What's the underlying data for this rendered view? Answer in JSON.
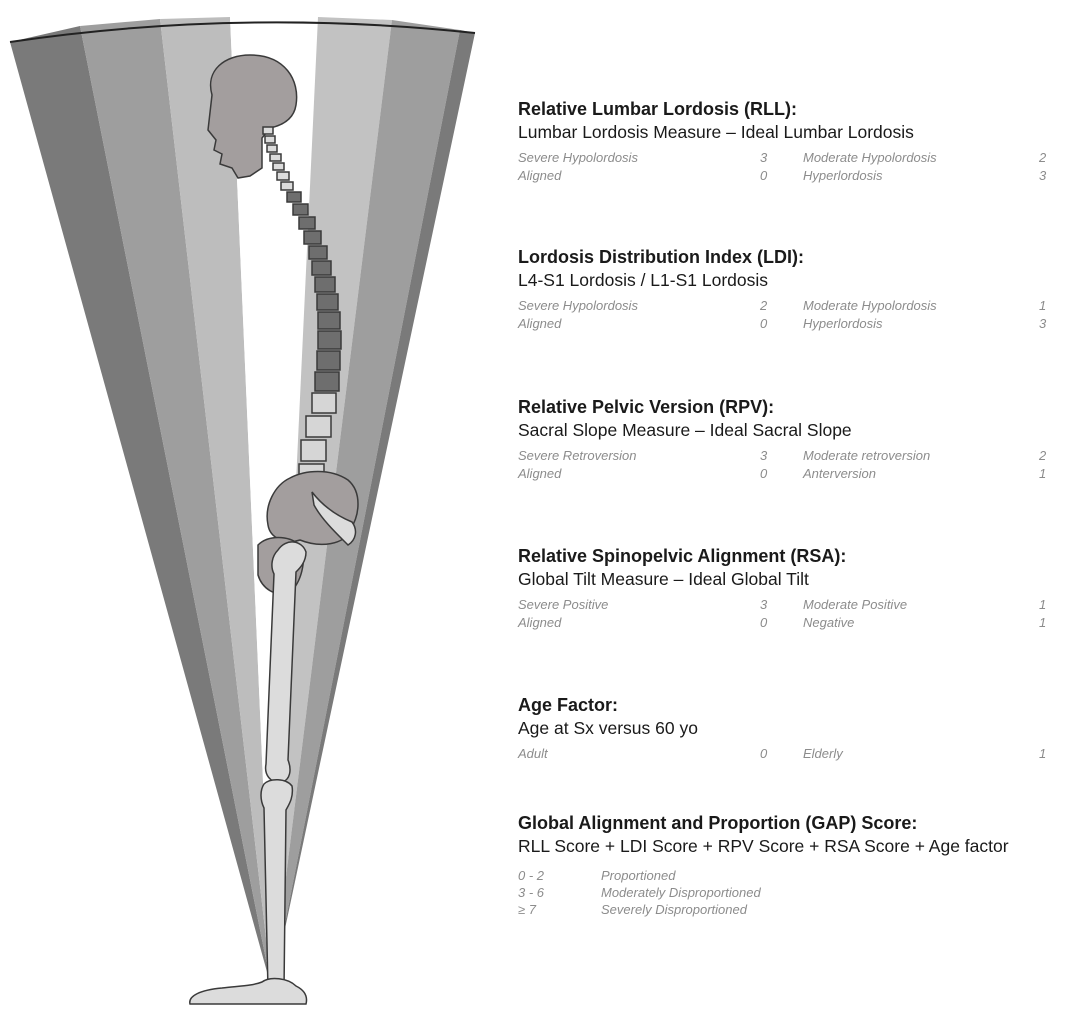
{
  "sections": [
    {
      "title": "Relative Lumbar Lordosis (RLL):",
      "formula": "Lumbar Lordosis Measure – Ideal Lumbar Lordosis",
      "rows": [
        {
          "left_label": "Severe Hypolordosis",
          "left_score": "3",
          "right_label": "Moderate Hypolordosis",
          "right_score": "2"
        },
        {
          "left_label": "Aligned",
          "left_score": "0",
          "right_label": "Hyperlordosis",
          "right_score": "3"
        }
      ]
    },
    {
      "title": "Lordosis Distribution Index (LDI):",
      "formula": "L4-S1 Lordosis / L1-S1 Lordosis",
      "rows": [
        {
          "left_label": "Severe Hypolordosis",
          "left_score": "2",
          "right_label": "Moderate Hypolordosis",
          "right_score": "1"
        },
        {
          "left_label": "Aligned",
          "left_score": "0",
          "right_label": "Hyperlordosis",
          "right_score": "3"
        }
      ]
    },
    {
      "title": "Relative Pelvic Version (RPV):",
      "formula": "Sacral Slope Measure –  Ideal Sacral Slope",
      "rows": [
        {
          "left_label": "Severe Retroversion",
          "left_score": "3",
          "right_label": "Moderate retroversion",
          "right_score": "2"
        },
        {
          "left_label": "Aligned",
          "left_score": "0",
          "right_label": "Anterversion",
          "right_score": "1"
        }
      ]
    },
    {
      "title": "Relative Spinopelvic Alignment (RSA):",
      "formula": "Global Tilt Measure –  Ideal Global Tilt",
      "rows": [
        {
          "left_label": "Severe Positive",
          "left_score": "3",
          "right_label": "Moderate Positive",
          "right_score": "1"
        },
        {
          "left_label": "Aligned",
          "left_score": "0",
          "right_label": "Negative",
          "right_score": "1"
        }
      ]
    },
    {
      "title": "Age Factor:",
      "formula": "Age at Sx versus 60 yo",
      "rows": [
        {
          "left_label": "Adult",
          "left_score": "0",
          "right_label": "Elderly",
          "right_score": "1"
        }
      ]
    }
  ],
  "gap": {
    "title": "Global Alignment and Proportion (GAP) Score:",
    "formula": "RLL Score + LDI Score + RPV Score + RSA Score + Age factor",
    "ranges": [
      {
        "range": "0 - 2",
        "label": "Proportioned"
      },
      {
        "range": "3 - 6",
        "label": "Moderately Disproportioned"
      },
      {
        "range": "≥ 7",
        "label": "Severely Disproportioned"
      }
    ]
  },
  "figure": {
    "icon": "spine-skeleton-icon",
    "colors": {
      "band_dark": "#7a7a7a",
      "band_mid": "#9e9e9e",
      "band_light": "#bdbdbd",
      "bone": "#a39e9e",
      "bone_light": "#dcdcdc",
      "outline": "#3a3a3a"
    }
  }
}
